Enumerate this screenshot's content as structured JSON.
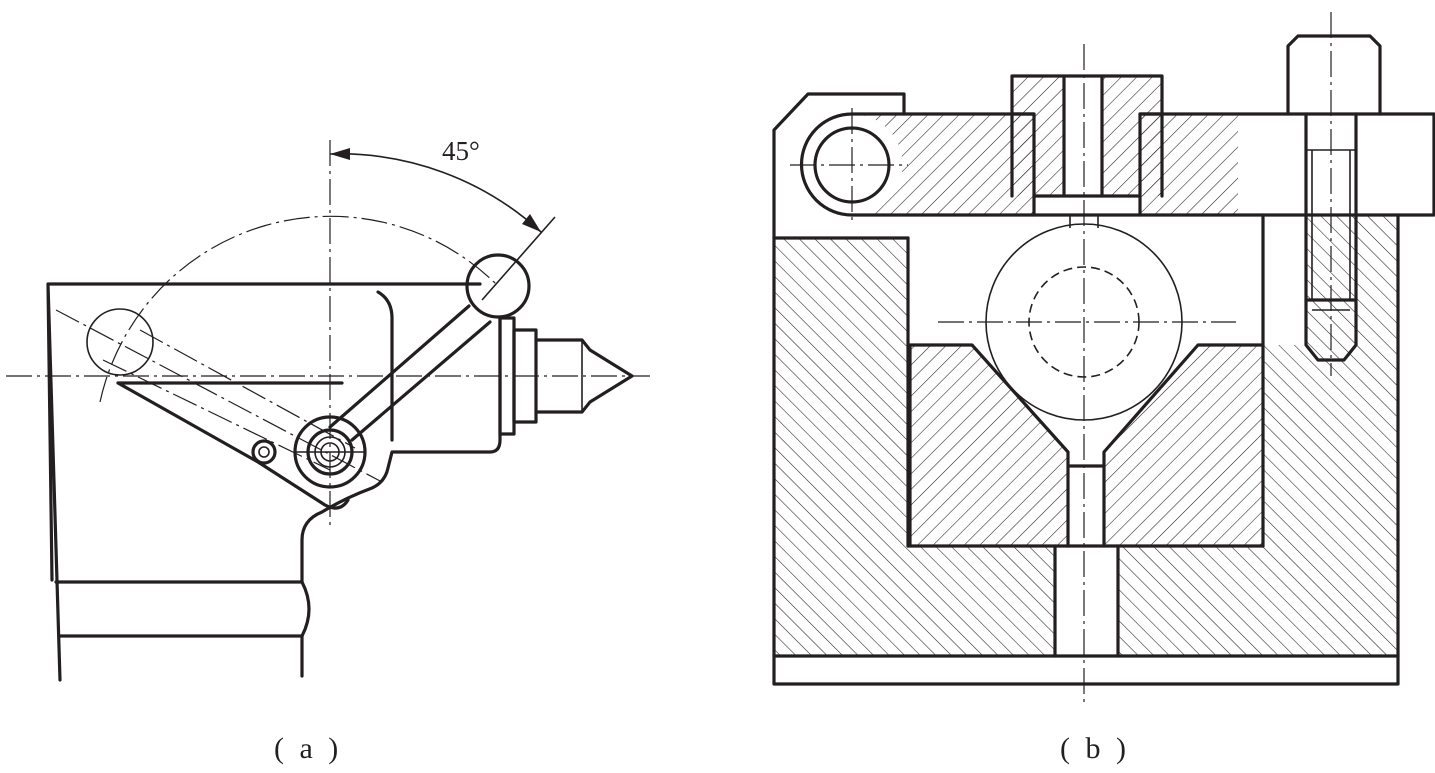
{
  "figure_a": {
    "caption": "( a )",
    "angle_label": "45°"
  },
  "figure_b": {
    "caption": "( b )"
  }
}
